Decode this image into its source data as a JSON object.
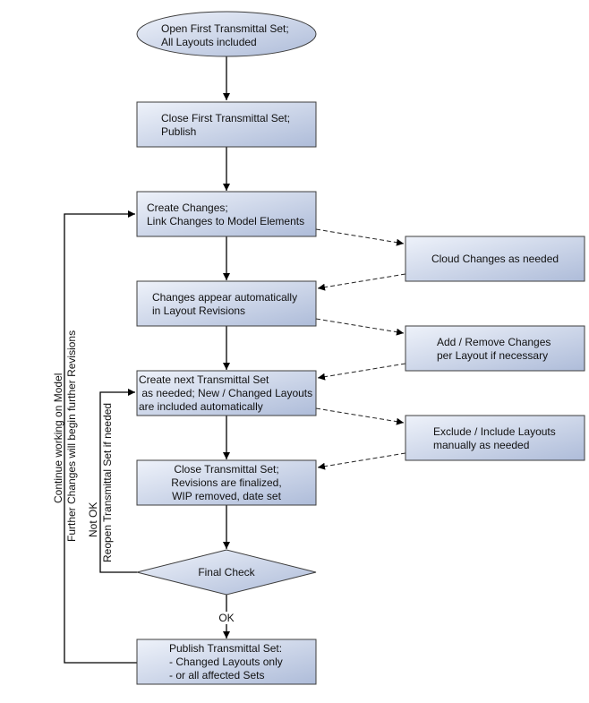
{
  "colors": {
    "node_fill_start": "#eef2fa",
    "node_fill_end": "#aebcd9",
    "node_stroke": "#3d3d3d",
    "edge": "#000000"
  },
  "nodes": {
    "open_first": {
      "line1": "Open First Transmittal Set;",
      "line2": "All Layouts included"
    },
    "close_first": {
      "line1": "Close First Transmittal Set;",
      "line2": "Publish"
    },
    "create_changes": {
      "line1": "Create Changes;",
      "line2": "Link Changes to Model Elements"
    },
    "changes_appear": {
      "line1": "Changes appear automatically",
      "line2": "in Layout Revisions"
    },
    "create_next": {
      "line1": "Create next Transmittal Set",
      "line2": " as needed; New / Changed Layouts",
      "line3": "are included automatically"
    },
    "close_set": {
      "line1": "Close Transmittal Set;",
      "line2": "Revisions are finalized,",
      "line3": "WIP removed, date set"
    },
    "final_check": {
      "line1": "Final Check"
    },
    "publish_set": {
      "line1": "Publish Transmittal Set:",
      "line2": "- Changed Layouts only",
      "line3": "- or all affected Sets"
    },
    "cloud_changes": {
      "line1": "Cloud Changes as needed"
    },
    "add_remove": {
      "line1": "Add / Remove Changes",
      "line2": "per Layout if necessary"
    },
    "exclude_include": {
      "line1": "Exclude / Include Layouts",
      "line2": "manually as needed"
    }
  },
  "edge_labels": {
    "ok": "OK",
    "not_ok": "Not OK",
    "reopen": "Reopen Transmittal Set if needed",
    "continue_line1": "Continue working on Model",
    "continue_line2": "Further Changes will begin further Revisions"
  }
}
